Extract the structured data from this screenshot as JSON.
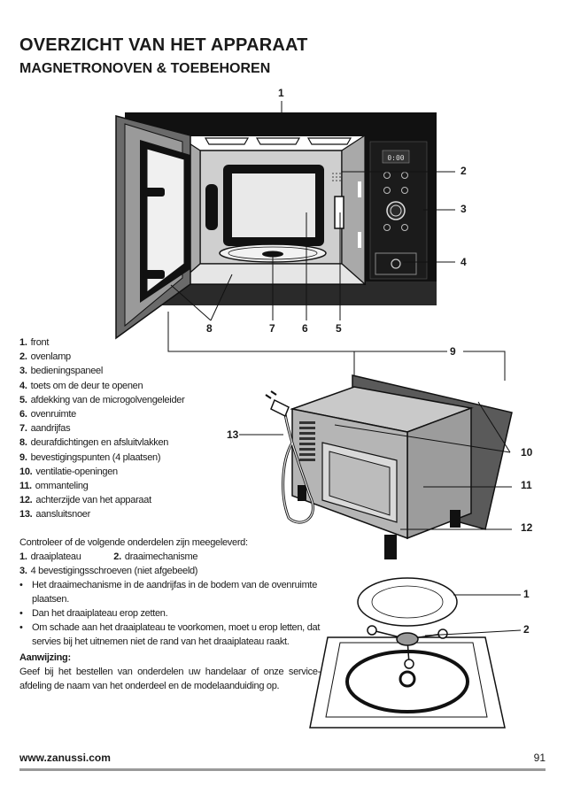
{
  "title": "OVERZICHT VAN HET APPARAAT",
  "subtitle": "MAGNETRONOVEN & TOEBEHOREN",
  "callouts": {
    "c1": "1",
    "c2": "2",
    "c3": "3",
    "c4": "4",
    "c5": "5",
    "c6": "6",
    "c7": "7",
    "c8": "8",
    "c9": "9",
    "c10": "10",
    "c11": "11",
    "c12": "12",
    "c13": "13",
    "acc1": "1",
    "acc2": "2"
  },
  "display_text": "0:00",
  "parts": [
    {
      "num": "1.",
      "label": "front"
    },
    {
      "num": "2.",
      "label": "ovenlamp"
    },
    {
      "num": "3.",
      "label": "bedieningspaneel"
    },
    {
      "num": "4.",
      "label": "toets om de deur te openen"
    },
    {
      "num": "5.",
      "label": "afdekking van de microgolvengeleider"
    },
    {
      "num": "6.",
      "label": "ovenruimte"
    },
    {
      "num": "7.",
      "label": "aandrijfas"
    },
    {
      "num": "8.",
      "label": "deurafdichtingen en afsluitvlakken"
    },
    {
      "num": "9.",
      "label": "bevestigingspunten (4 plaatsen)"
    },
    {
      "num": "10.",
      "label": "ventilatie-openingen"
    },
    {
      "num": "11.",
      "label": "ommanteling"
    },
    {
      "num": "12.",
      "label": "achterzijde van het apparaat"
    },
    {
      "num": "13.",
      "label": "aansluitsnoer"
    }
  ],
  "supplied": {
    "intro": "Controleer of de volgende onderdelen zijn meegeleverd:",
    "item1_num": "1.",
    "item1_label": "draaiplateau",
    "item2_num": "2.",
    "item2_label": "draaimechanisme",
    "item3_num": "3.",
    "item3_label": "4 bevestigingsschroeven (niet afgebeeld)",
    "bullets": [
      "Het draaimechanisme in de aandrijfas in de bodem van de ovenruimte plaatsen.",
      "Dan het draaiplateau erop zetten.",
      "Om schade aan het draaiplateau te voorkomen, moet u erop letten, dat servies bij het uitnemen niet de rand van het draaiplateau raakt."
    ],
    "note_heading": "Aanwijzing:",
    "note_text": "Geef bij het bestellen van onderdelen uw handelaar of onze service-afdeling de naam van het onderdeel en de modelaanduiding op."
  },
  "footer": {
    "url": "www.zanussi.com",
    "page": "91"
  }
}
